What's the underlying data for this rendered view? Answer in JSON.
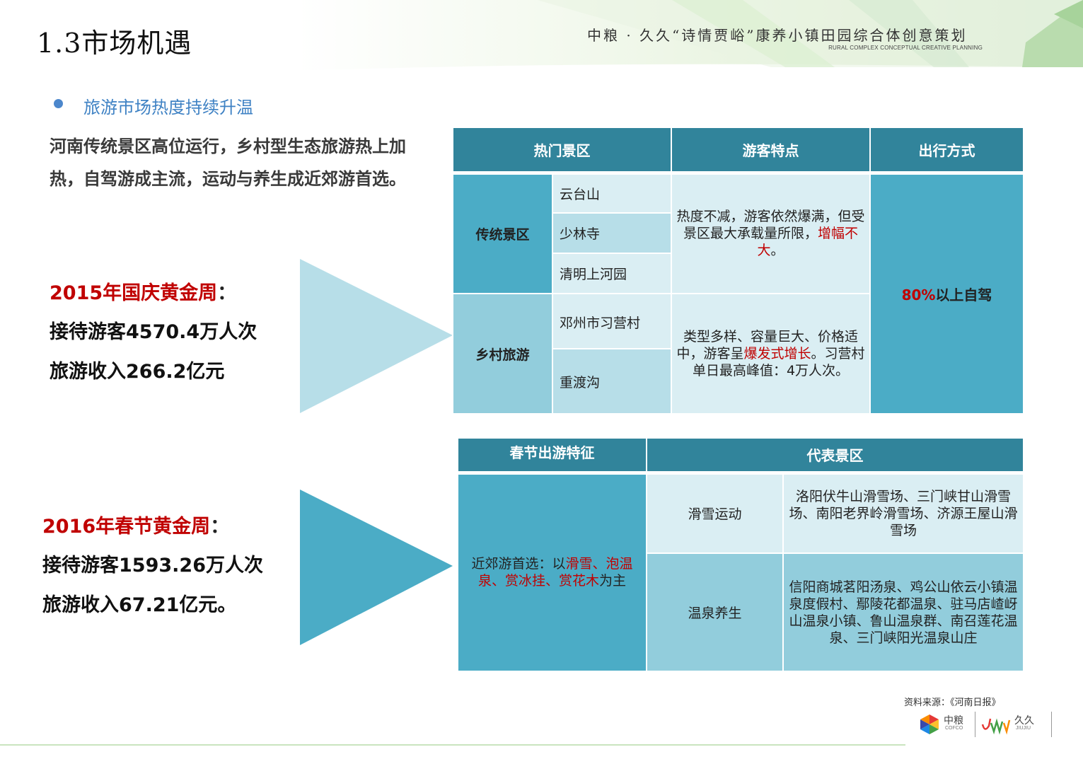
{
  "header": {
    "page_title": "1.3市场机遇",
    "project_title": "中粮 · 久久“诗情贾峪”康养小镇田园综合体创意策划",
    "project_subtitle": "RURAL COMPLEX CONCEPTUAL CREATIVE PLANNING"
  },
  "section": {
    "bullet_text": "旅游市场热度持续升温",
    "intro": "河南传统景区高位运行，乡村型生态旅游热上加热，自驾游成主流，运动与养生成近郊游首选。"
  },
  "stats_2015": {
    "heading": "2015年国庆黄金周",
    "colon": "：",
    "visitors": "接待游客4570.4万人次",
    "revenue": "旅游收入266.2亿元"
  },
  "stats_2016": {
    "heading": "2016年春节黄金周",
    "colon": "：",
    "visitors": "接待游客1593.26万人次",
    "revenue": "旅游收入67.21亿元。"
  },
  "table1": {
    "headers": [
      "热门景区",
      "游客特点",
      "出行方式"
    ],
    "groups": [
      {
        "category": "传统景区",
        "spots": [
          "云台山",
          "少林寺",
          "清明上河园"
        ],
        "desc_pre": "热度不减，游客依然爆满，但受景区最大承载量所限，",
        "desc_red": "增幅不大",
        "desc_post": "。"
      },
      {
        "category": "乡村旅游",
        "spots": [
          "邓州市习营村",
          "重渡沟"
        ],
        "desc_pre": "类型多样、容量巨大、价格适中，游客呈",
        "desc_red": "爆发式增长",
        "desc_post": "。习营村单日最高峰值：4万人次。"
      }
    ],
    "travel_red": "80%",
    "travel_rest": "以上自驾"
  },
  "table2": {
    "headers": [
      "春节出游特征",
      "代表景区"
    ],
    "feature_pre": "近郊游首选：以",
    "feature_red": "滑雪、泡温泉、赏冰挂、赏花木",
    "feature_post": "为主",
    "rows": [
      {
        "type": "滑雪运动",
        "spots": "洛阳伏牛山滑雪场、三门峡甘山滑雪场、南阳老界岭滑雪场、济源王屋山滑雪场"
      },
      {
        "type": "温泉养生",
        "spots": "信阳商城茗阳汤泉、鸡公山依云小镇温泉度假村、鄢陵花都温泉、驻马店嵖岈山温泉小镇、鲁山温泉群、南召莲花温泉、三门峡阳光温泉山庄"
      }
    ]
  },
  "footer": {
    "source": "资料来源：《河南日报》",
    "logo1_cn": "中粮",
    "logo1_en": "COFCO",
    "logo2_cn": "久久",
    "logo2_en": "JIUJIU"
  },
  "colors": {
    "header_teal": "#31849b",
    "cell_teal": "#4bacc6",
    "cell_light": "#daeef3",
    "accent_red": "#c00000",
    "bullet_blue": "#3f82c4"
  }
}
